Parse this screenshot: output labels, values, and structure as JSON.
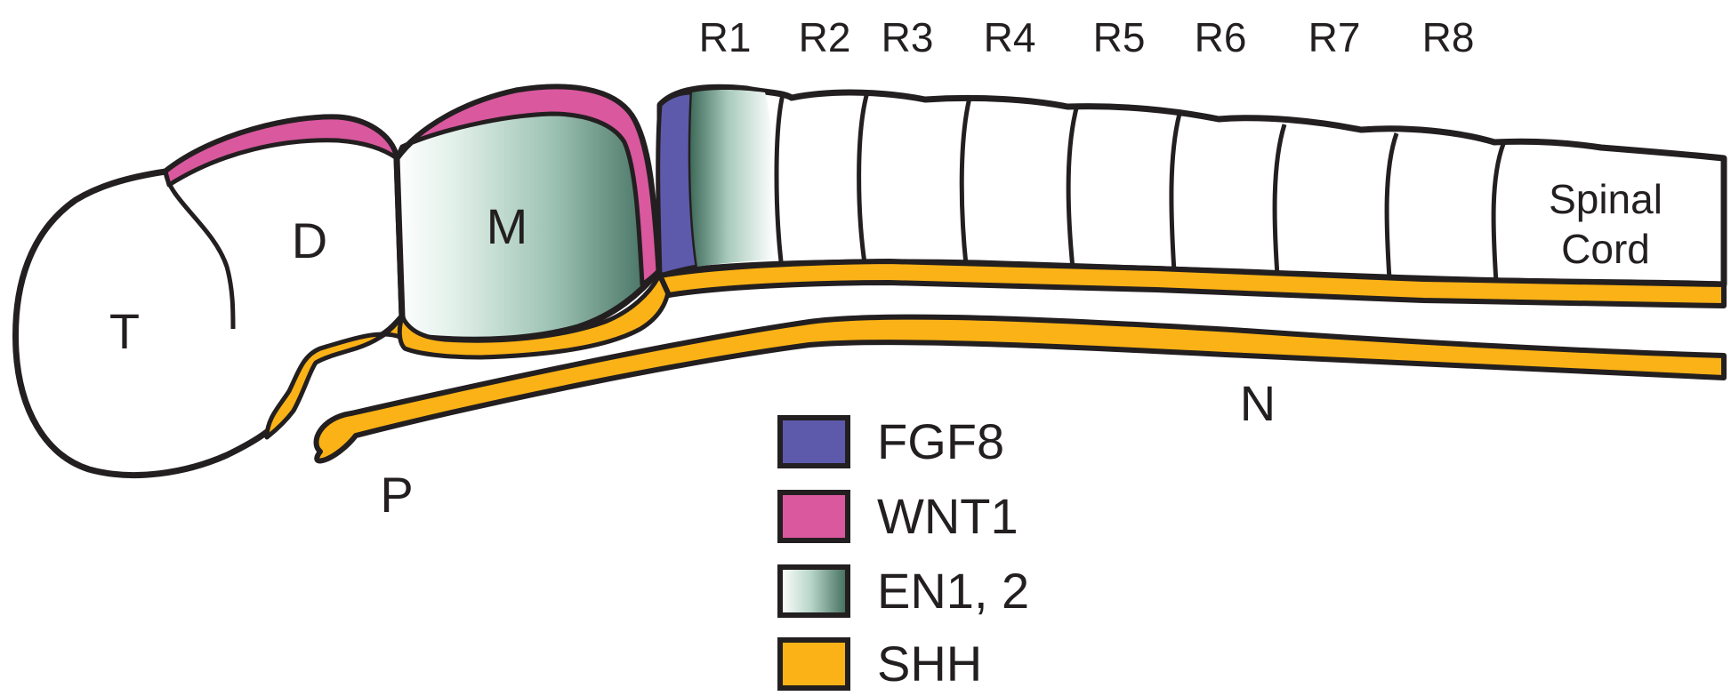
{
  "diagram": {
    "regions": {
      "telencephalon": "T",
      "diencephalon": "D",
      "mesencephalon": "M",
      "prechordal_plate": "P",
      "notochord": "N",
      "spinal_cord_line1": "Spinal",
      "spinal_cord_line2": "Cord"
    },
    "rhombomeres": [
      "R1",
      "R2",
      "R3",
      "R4",
      "R5",
      "R6",
      "R7",
      "R8"
    ],
    "legend": [
      {
        "label": "FGF8",
        "color": "#5d5aac"
      },
      {
        "label": "WNT1",
        "color": "#d9589e"
      },
      {
        "label": "EN1, 2",
        "color": "gradient-white-to-#3f6b5b"
      },
      {
        "label": "SHH",
        "color": "#fbb216"
      }
    ],
    "colors": {
      "outline": "#231f20",
      "fgf8": "#5d5aac",
      "wnt1": "#d9589e",
      "en_light": "#e8f4ef",
      "en_dark": "#3f6b5b",
      "shh": "#fbb216"
    }
  }
}
